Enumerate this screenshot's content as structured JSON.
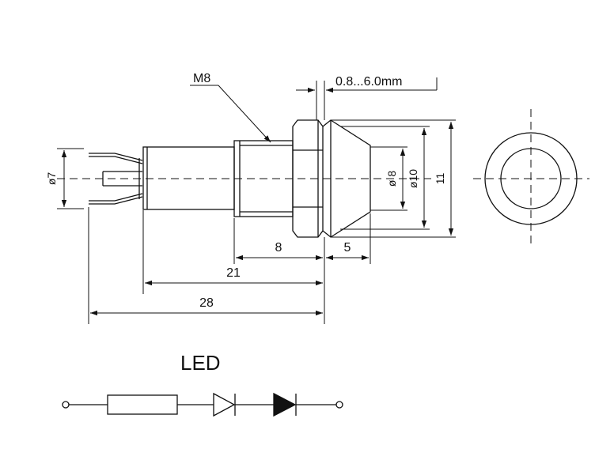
{
  "drawing": {
    "thread_label": "M8",
    "panel_range_label": "0.8...6.0mm",
    "dim_body_diameter": "ø7",
    "dim_inner_diameter": "ø 8",
    "dim_bezel_diameter": "ø10",
    "dim_hex_height": "11",
    "dim_thread_length": "8",
    "dim_bezel_length": "5",
    "dim_mount_length": "21",
    "dim_total_length": "28"
  },
  "schematic": {
    "title": "LED"
  }
}
